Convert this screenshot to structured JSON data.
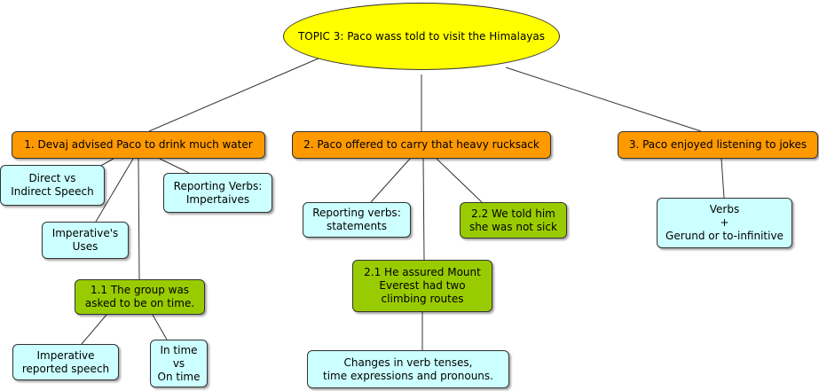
{
  "colors": {
    "topic": "#ffff00",
    "main": "#ff9900",
    "leaf": "#ccffff",
    "sub": "#99cc00",
    "line": "#333333"
  },
  "topic": "TOPIC 3: Paco wass told to visit the Himalayas",
  "branch1": {
    "title": "1. Devaj advised Paco to drink much water",
    "direct": "Direct vs\nIndirect Speech",
    "reporting": "Reporting Verbs:\nImpertaives",
    "imperative_uses": "Imperative's\nUses",
    "sub": "1.1 The group was\nasked to be on time.",
    "imperative_reported": "Imperative\nreported speech",
    "in_time": "In time\nvs\nOn time"
  },
  "branch2": {
    "title": "2. Paco offered to carry that heavy rucksack",
    "reporting": "Reporting verbs:\nstatements",
    "sub22": "2.2 We told him\nshe was not sick",
    "sub21": "2.1 He assured Mount\nEverest had two\nclimbing routes",
    "changes": "Changes in verb tenses,\ntime expressions and pronouns."
  },
  "branch3": {
    "title": "3. Paco enjoyed listening to jokes",
    "verbs": "Verbs\n+\nGerund or to-infinitive"
  }
}
